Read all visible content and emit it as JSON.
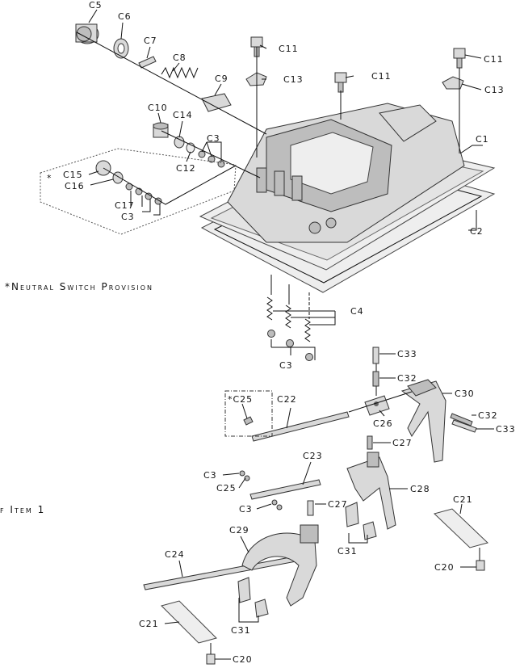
{
  "caption_neutral": "*Neutral Switch Provision",
  "caption_item": "f Item 1",
  "labels": {
    "c5": "C5",
    "c6": "C6",
    "c7": "C7",
    "c8": "C8",
    "c9": "C9",
    "c10": "C10",
    "c14": "C14",
    "c12": "C12",
    "c3_a": "C3",
    "c3_b": "C3",
    "c3_c": "C3",
    "c3_d": "C3",
    "c3_e": "C3",
    "c11_a": "C11",
    "c11_b": "C11",
    "c11_c": "C11",
    "c13_a": "C13",
    "c13_b": "C13",
    "c1": "C1",
    "c2": "C2",
    "c4": "C4",
    "c15": "C15",
    "c16": "C16",
    "c17": "C17",
    "star": "*",
    "c33_a": "C33",
    "c32_a": "C32",
    "c30": "C30",
    "c32_b": "C32",
    "c33_b": "C33",
    "c25_star": "*C25",
    "c22": "C22",
    "c26": "C26",
    "c27_a": "C27",
    "c23": "C23",
    "c25": "C25",
    "c28": "C28",
    "c27_b": "C27",
    "c21_a": "C21",
    "c20_a": "C20",
    "c29": "C29",
    "c31_a": "C31",
    "c24": "C24",
    "c21_b": "C21",
    "c31_b": "C31",
    "c20_b": "C20"
  }
}
